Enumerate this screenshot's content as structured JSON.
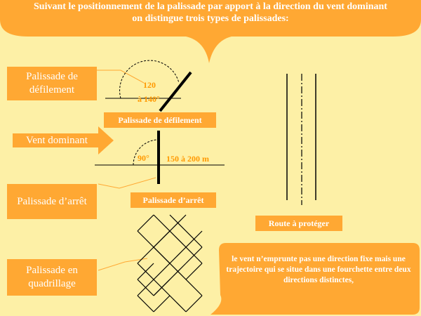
{
  "title": {
    "line1": "Suivant le positionnement de la palissade par apport à la direction du vent dominant",
    "line2": "on distingue trois types de palissades:"
  },
  "labels": {
    "defilement": "Palissade de défilement",
    "arret": "Palissade d’arrêt",
    "quadrillage": "Palissade en quadrillage",
    "vent": "Vent dominant"
  },
  "captions": {
    "defilement": "Palissade de défilement",
    "arret": "Palissade d’arrêt",
    "route": "Route à protéger"
  },
  "angles": {
    "defilement_line1": "120",
    "defilement_line2": "à 140°",
    "arret_angle": "90°",
    "arret_distance": "150 à 200 m"
  },
  "note": "le vent n’emprunte pas une direction fixe mais une trajectoire qui se situe dans une fourchette entre deux directions distinctes,",
  "colors": {
    "background": "#fdf0a6",
    "accent": "#ffa833",
    "text_on_accent": "#ffffff",
    "diagram_text": "#ff9900"
  }
}
